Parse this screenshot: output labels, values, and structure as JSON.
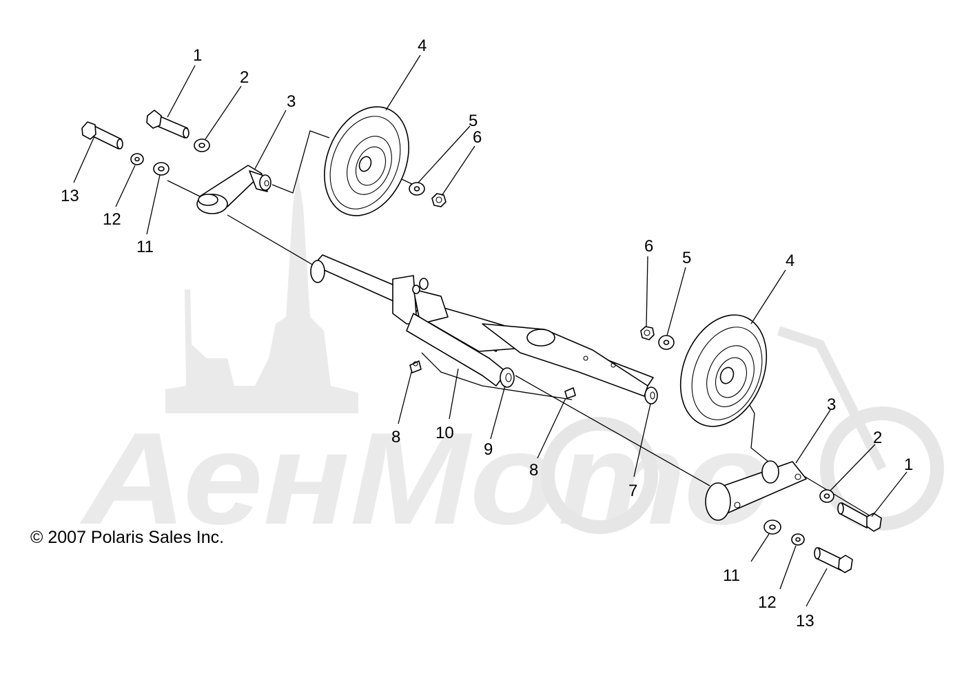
{
  "diagram": {
    "copyright": "© 2007 Polaris Sales Inc.",
    "watermark": "АенМото",
    "callouts": {
      "c1a": "1",
      "c2a": "2",
      "c3a": "3",
      "c4a": "4",
      "c5a": "5",
      "c6a": "6",
      "c13a": "13",
      "c12a": "12",
      "c11a": "11",
      "c6b": "6",
      "c5b": "5",
      "c4b": "4",
      "c8a": "8",
      "c10": "10",
      "c9": "9",
      "c8b": "8",
      "c7": "7",
      "c3b": "3",
      "c2b": "2",
      "c1b": "1",
      "c11b": "11",
      "c12b": "12",
      "c13b": "13"
    }
  }
}
